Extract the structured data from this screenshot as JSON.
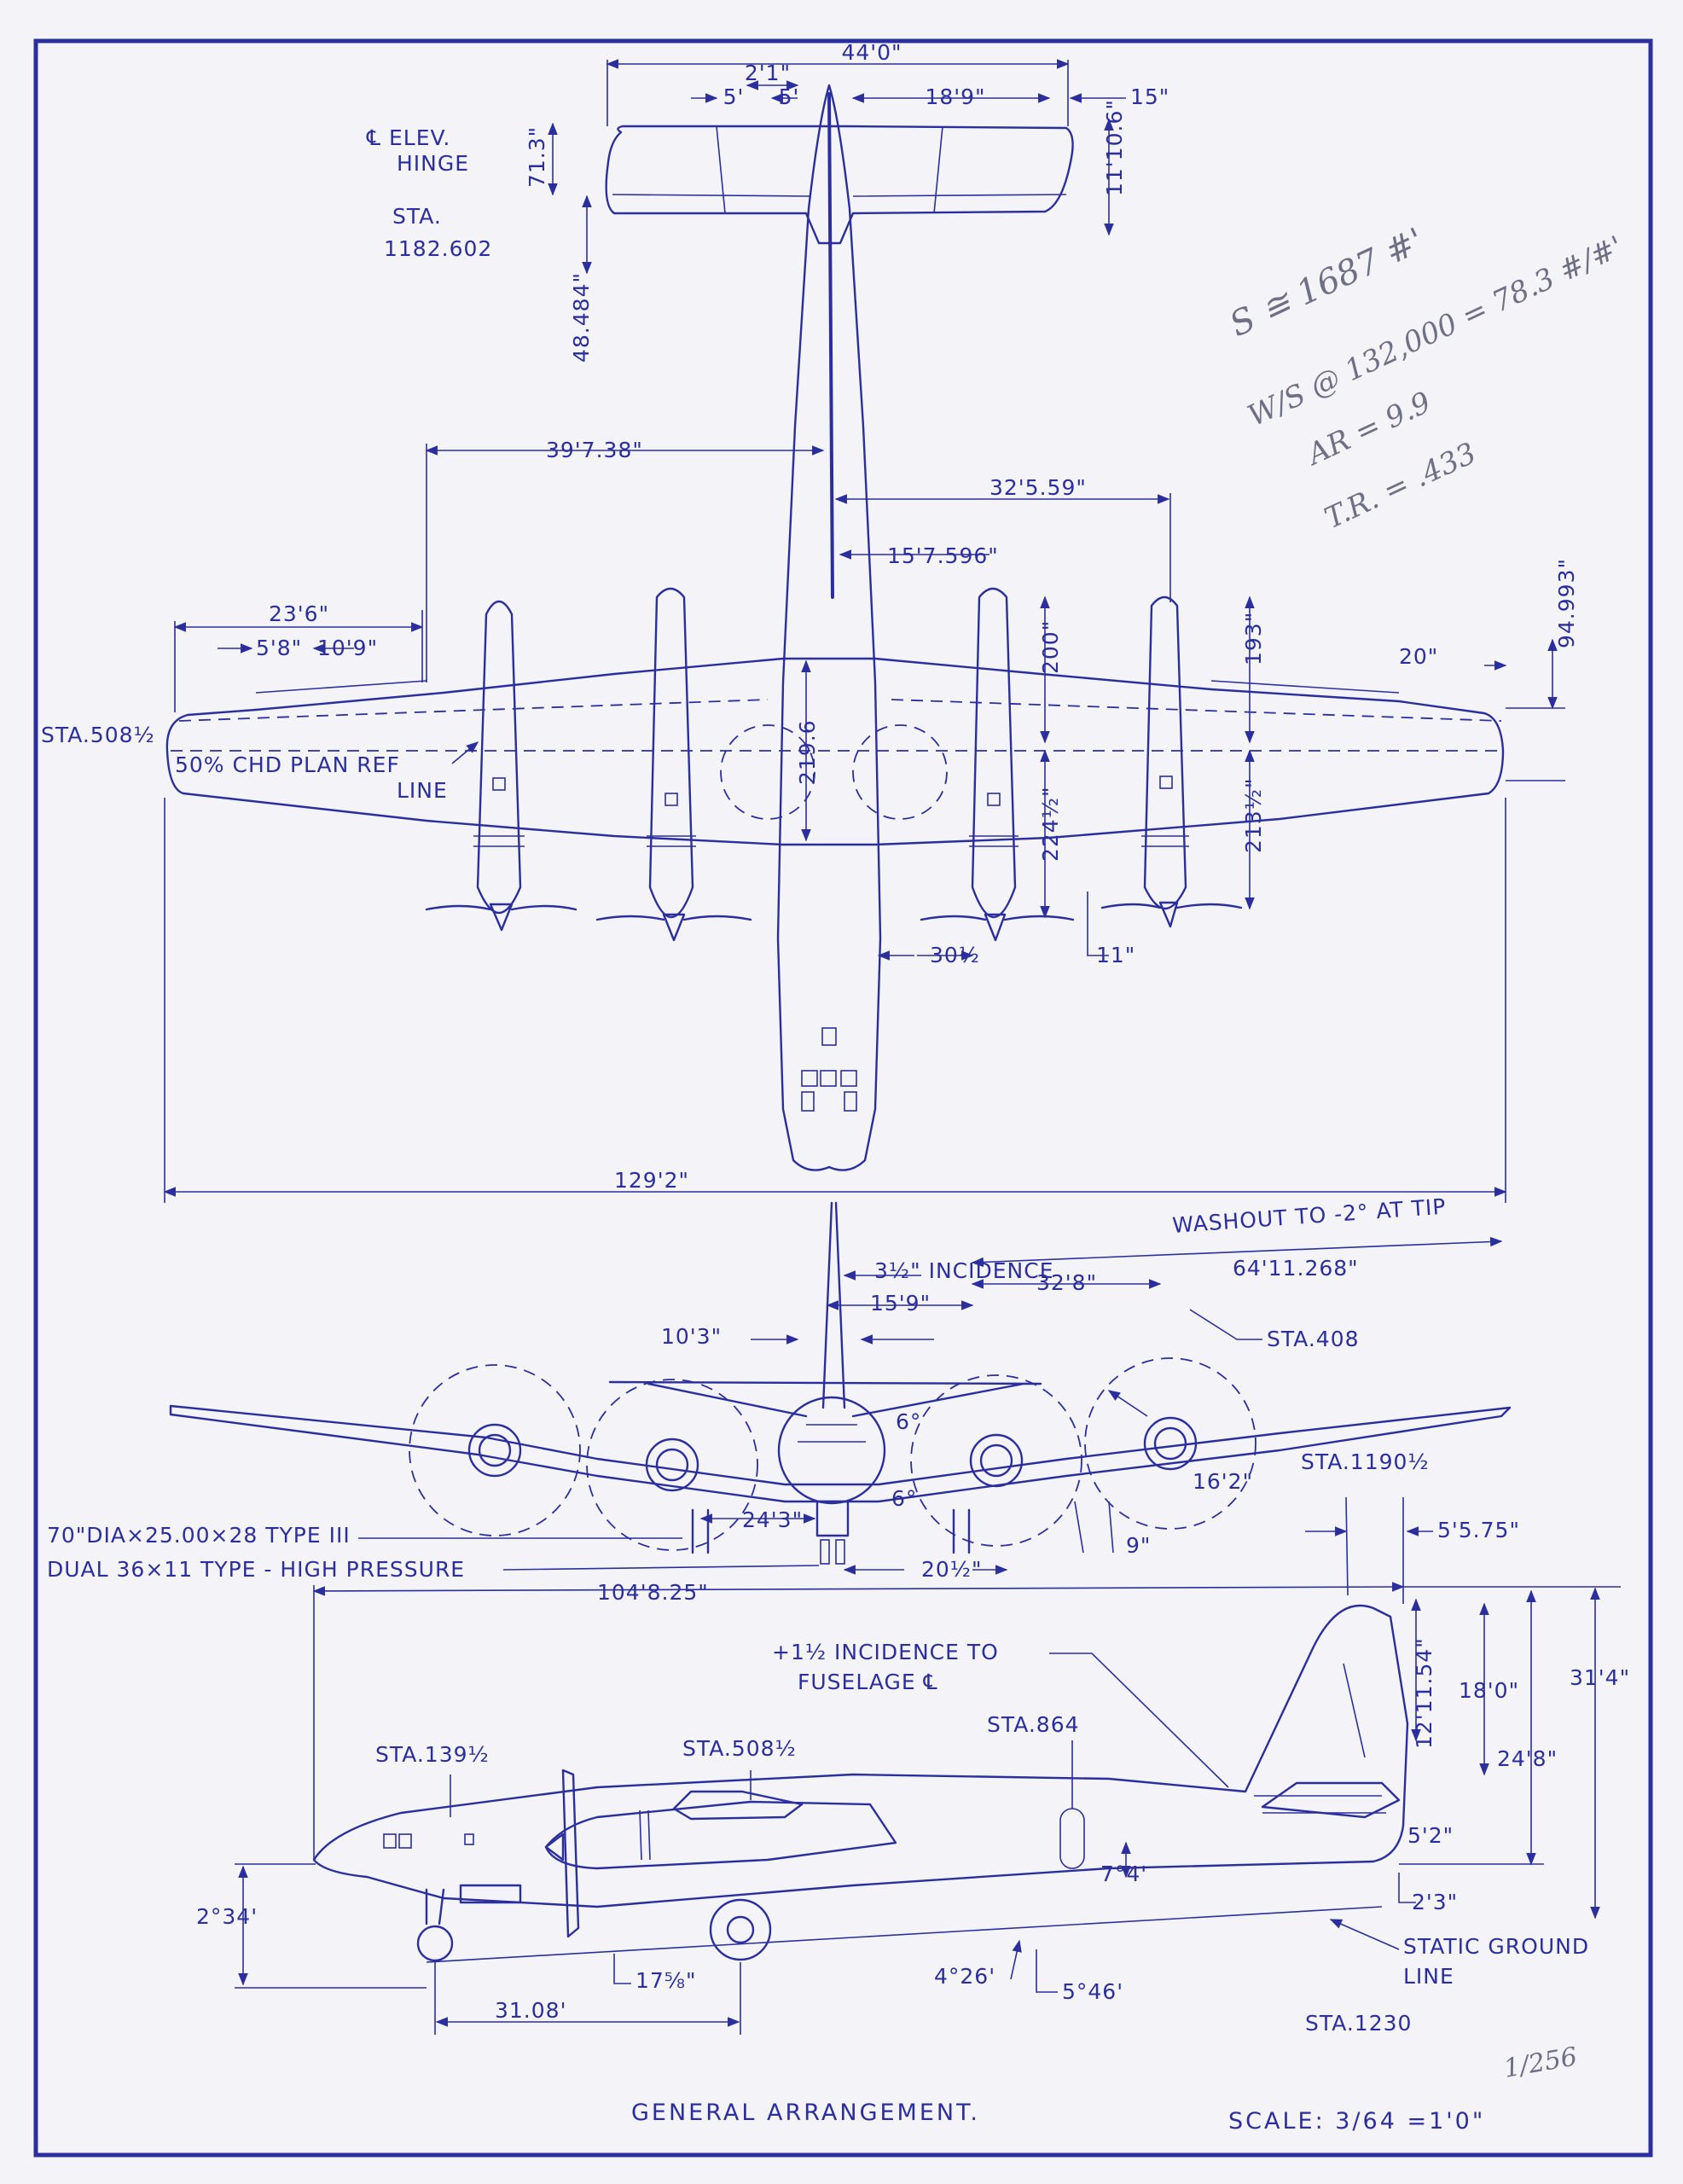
{
  "colors": {
    "paper": "#f4f3f8",
    "ink": "#2b2f9e",
    "pencil": "#6f6f86"
  },
  "title": "GENERAL ARRANGEMENT.",
  "scale": "SCALE: 3/64 =1'0\"",
  "scale_pencil": "1/256",
  "pencil_notes": [
    "S ≅ 1687 #'",
    "W/S @ 132,000 = 78.3 #/#'",
    "AR = 9.9",
    "T.R. = .433"
  ],
  "plan": {
    "tail": {
      "span": "44'0\"",
      "root_offset": "2'1\"",
      "tab_left": "5'",
      "tab_right": "5'",
      "elevator": "18'9\"",
      "tip": "15\"",
      "chord": "11'10.6\"",
      "hinge_offset": "71.3\"",
      "hinge_label": [
        "℄ ELEV.",
        "HINGE"
      ],
      "sta_label": [
        "STA.",
        "1182.602"
      ],
      "sta_offset": "48.484\""
    },
    "wing": {
      "dim_left": "39'7.38\"",
      "dim_right": "32'5.59\"",
      "dim_inboard": "15'7.596\"",
      "aileron": "23'6\"",
      "tab": "5'8\"",
      "aileron_outer": "10'9\"",
      "sta_label": "STA.508½",
      "ref_line": [
        "50% CHD PLAN REF",
        "LINE"
      ],
      "root_chord": "219.6",
      "tip_chord": "94.993\"",
      "tip_ext": "20\"",
      "inboard_fwd": "200\"",
      "inboard_aft": "224½\"",
      "outboard_fwd": "193\"",
      "outboard_aft": "213½\"",
      "prop_offset": "30½",
      "prop_gap": "11\""
    },
    "overall_span": "129'2\""
  },
  "front": {
    "incidence": "3½\" INCIDENCE",
    "washout": "WASHOUT TO -2° AT TIP",
    "dim_tip": "64'11.268\"",
    "dim_mid": "32'8\"",
    "dim_inner": "15'9\"",
    "fin_offset": "10'3\"",
    "sta408": "STA.408",
    "dihedral_upper": "6°",
    "dihedral_lower": "6°",
    "prop_diam": "16'2\"",
    "gear_track": "24'3\"",
    "nose_gear": "20½\"",
    "tip_clearance": "9\"",
    "tire_main": "70\"DIA×25.00×28 TYPE III",
    "tire_nose": "DUAL 36×11 TYPE - HIGH PRESSURE"
  },
  "side": {
    "length": "104'8.25\"",
    "sta1190": "STA.1190½",
    "fin_dim": "5'5.75\"",
    "incidence": [
      "+1½ INCIDENCE TO",
      "FUSELAGE ℄"
    ],
    "sta139": "STA.139½",
    "sta508": "STA.508½",
    "sta864": "STA.864",
    "rudder": "12'11.54\"",
    "fin_upper": "18'0\"",
    "fin_height": "24'8\"",
    "total_height": "31'4\"",
    "tail_low": "5'2\"",
    "tail_clear": "2'3\"",
    "fuse_angle": "7°4'",
    "nose_angle": "2°34'",
    "ground_angle": "4°26'",
    "tail_angle": "5°46'",
    "wheelbase": "31.08'",
    "gear_offset": "17⅝\"",
    "ground_line": [
      "STATIC GROUND",
      "LINE"
    ],
    "sta1230": "STA.1230"
  }
}
